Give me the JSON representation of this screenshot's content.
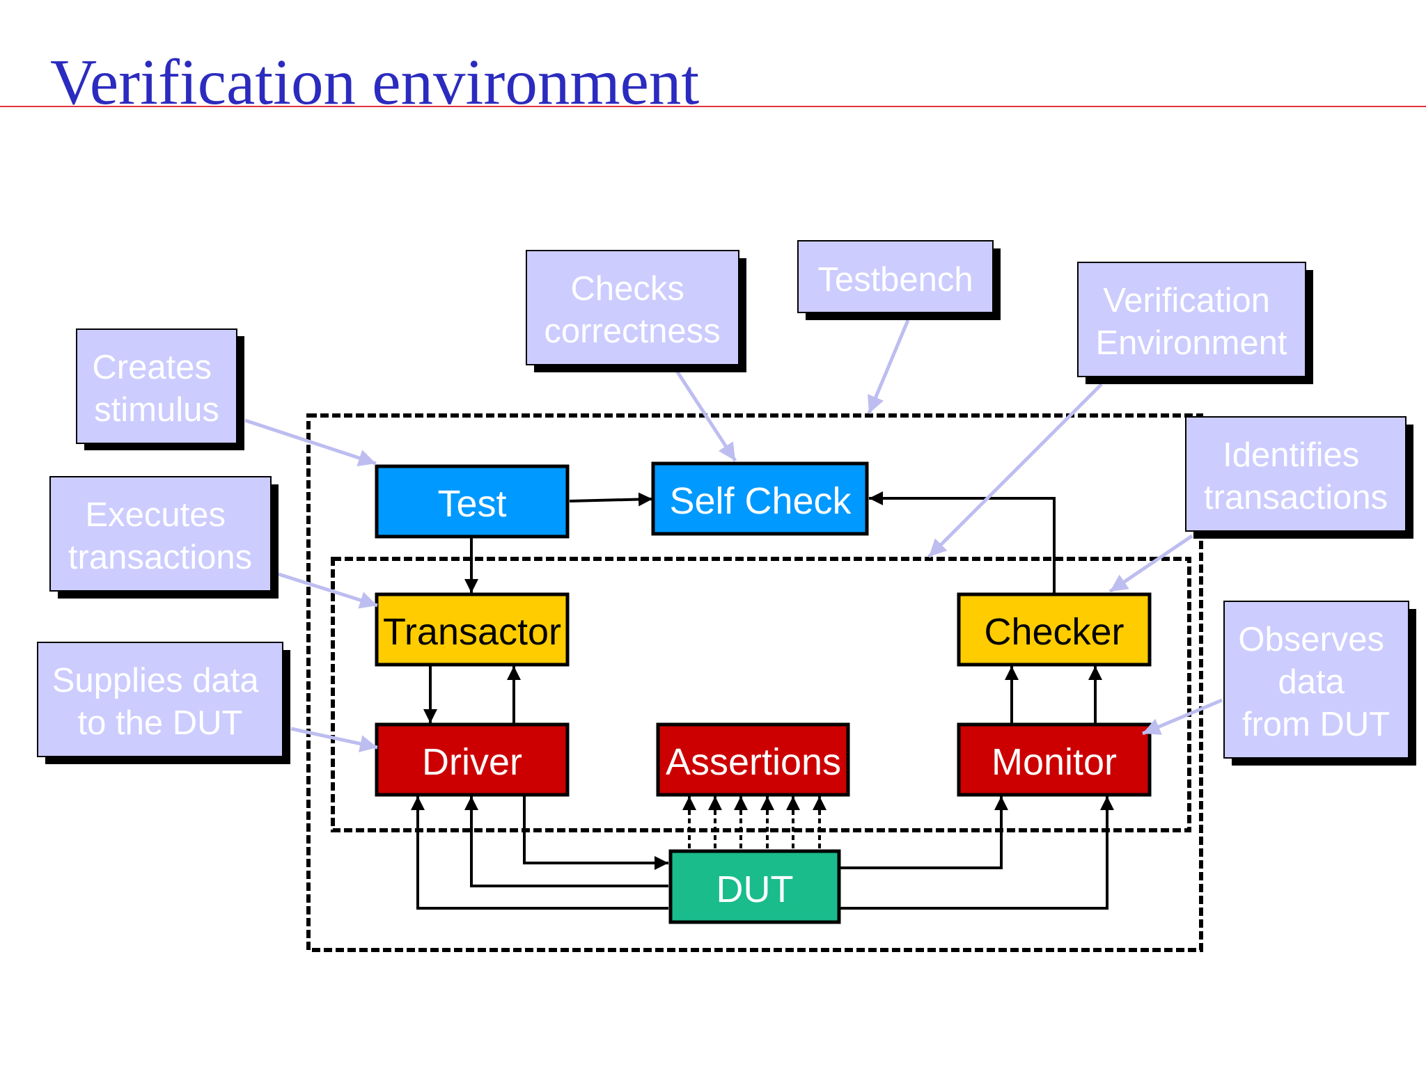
{
  "title": "Verification environment",
  "colors": {
    "title": "#2b2bbf",
    "rule": "#e03040",
    "test": "#0099ff",
    "self_check": "#0099ff",
    "transactor": "#ffcc00",
    "checker": "#ffcc00",
    "driver": "#cc0000",
    "assertions": "#cc0000",
    "monitor": "#cc0000",
    "dut": "#1abc8c",
    "callout": "#ccccff",
    "callout_arrow": "#bdbdf0"
  },
  "blocks": {
    "test": "Test",
    "self_check": "Self Check",
    "transactor": "Transactor",
    "checker": "Checker",
    "driver": "Driver",
    "assertions": "Assertions",
    "monitor": "Monitor",
    "dut": "DUT"
  },
  "callouts": {
    "creates_stimulus": [
      "Creates",
      "stimulus"
    ],
    "checks_correctness": [
      "Checks",
      "correctness"
    ],
    "testbench": [
      "Testbench"
    ],
    "verification_environment": [
      "Verification",
      "Environment"
    ],
    "executes_transactions": [
      "Executes",
      "transactions"
    ],
    "identifies_transactions": [
      "Identifies",
      "transactions"
    ],
    "supplies_data": [
      "Supplies data",
      "to the DUT"
    ],
    "observes_data": [
      "Observes",
      "data",
      "from DUT"
    ]
  }
}
